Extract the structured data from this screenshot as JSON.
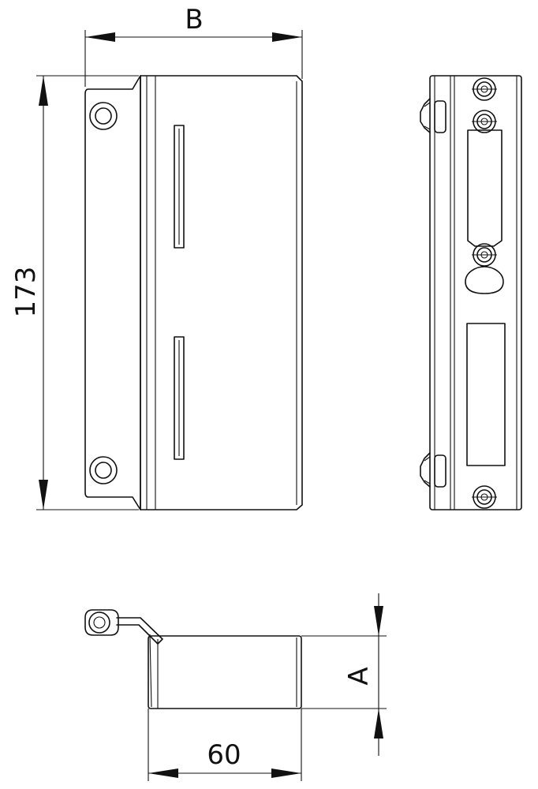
{
  "dimensions": {
    "width_label": "B",
    "height_label": "173",
    "depth_label": "A",
    "length_label": "60"
  },
  "colors": {
    "line": "#111111",
    "background": "#ffffff"
  }
}
